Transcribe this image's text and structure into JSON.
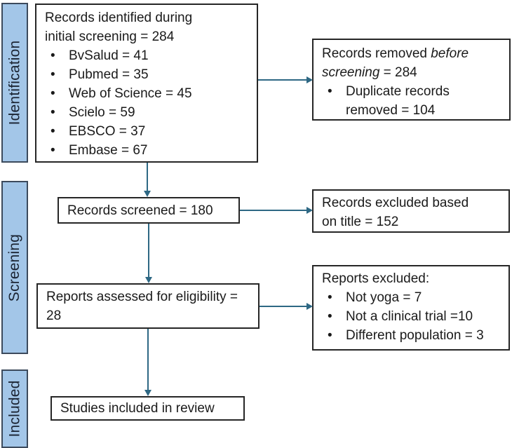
{
  "colors": {
    "stage_fill": "#a3c6e8",
    "stage_border": "#3c4a5c",
    "box_border": "#262626",
    "arrow": "#2e6884"
  },
  "stages": {
    "identification": "Identification",
    "screening": "Screening",
    "included": "Included"
  },
  "boxes": {
    "identified": {
      "title": "Records identified during initial screening = 284",
      "items": [
        "BvSalud = 41",
        "Pubmed = 35",
        "Web of Science = 45",
        "Scielo = 59",
        "EBSCO = 37",
        "Embase = 67"
      ]
    },
    "removed": {
      "title_pre": "Records removed ",
      "title_italic": "before screening",
      "title_post": " = 284",
      "items": [
        "Duplicate records removed = 104"
      ]
    },
    "screened": {
      "title": "Records screened = 180"
    },
    "excluded_title": {
      "title": "Records excluded based on title = 152"
    },
    "assessed": {
      "title": "Reports assessed for eligibility = 28"
    },
    "reports_excluded": {
      "title": "Reports excluded:",
      "items": [
        "Not yoga = 7",
        "Not a clinical trial =10",
        "Different population = 3"
      ]
    },
    "included_studies": {
      "title": "Studies included in review"
    }
  },
  "bullet_glyph": "•"
}
